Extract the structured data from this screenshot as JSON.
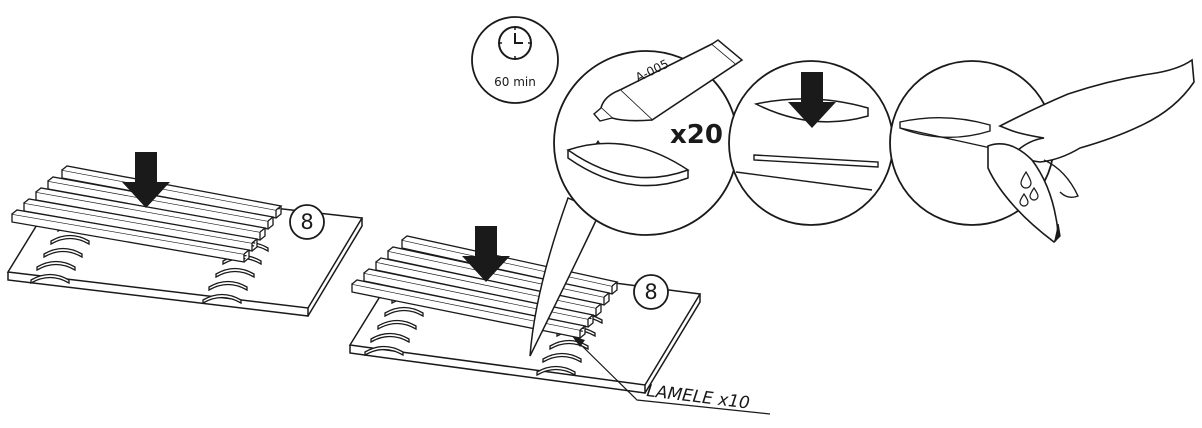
{
  "timer": {
    "icon": "clock-icon",
    "duration": "60 min"
  },
  "glue": {
    "tube_label": "A-005",
    "count": "x20"
  },
  "panel_left": {
    "step_number": "8"
  },
  "panel_middle": {
    "step_number": "8"
  },
  "callout": {
    "text": "LAMELE x10"
  },
  "colors": {
    "stroke": "#1a1a1a",
    "fill": "#ffffff"
  }
}
